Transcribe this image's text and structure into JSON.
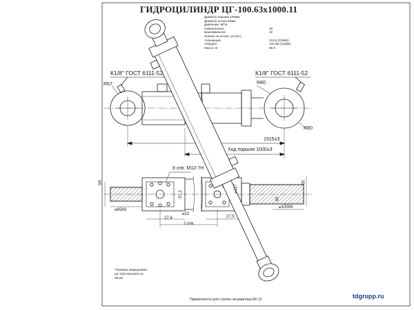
{
  "title": "ГИДРОЦИЛИНДР ЦГ-100.63х1000.11",
  "specs": {
    "header": [
      "Диаметр поршня 100мм",
      "Диаметр штока 63мм",
      "Давление, МПа"
    ],
    "rows": [
      {
        "label": "номинальное",
        "value": "28"
      },
      {
        "label": "максимальное",
        "value": "32"
      },
      {
        "label": "Усилие на штоке, кН (кгс)",
        "value": ""
      },
      {
        "label": "толкающее",
        "value": "219,8 (21965)"
      },
      {
        "label": "тянущее",
        "value": "132,85 (13286)"
      },
      {
        "label": "Масса, кг",
        "value": "86.8"
      }
    ]
  },
  "labels": {
    "thread_left": "К1/8\" ГОСТ 6111-52",
    "thread_right": "К1/8\" ГОСТ 6111-52",
    "r67": "R67",
    "r80_top": "R80",
    "r80_side": "R80",
    "length": "1515±3",
    "stroke": "Ход поршня 1000±3",
    "holes": "8 отв. М12-7Н",
    "dim_5r": "5R",
    "dim_40": "40",
    "dim_57": "57,2",
    "dim_127": "⌀127",
    "dim_60": "60",
    "dim_d_left": "⌀65К6",
    "dim_d_right": "⌀105К6",
    "dim_22": "⌀22",
    "dim_278": "27,8",
    "dim_275": "27,5",
    "dim_2holes": "2 отв."
  },
  "note": [
    "*Пример маркировки:",
    "ЦГ-100.63х1000.11",
    "05.09"
  ],
  "footer": "Применяются для стрелы экскаватора ЕК-12",
  "brand": "tdgrupp.ru",
  "colors": {
    "line": "#1a1a1a",
    "paper": "#ffffff",
    "brand": "#1f3a86"
  }
}
